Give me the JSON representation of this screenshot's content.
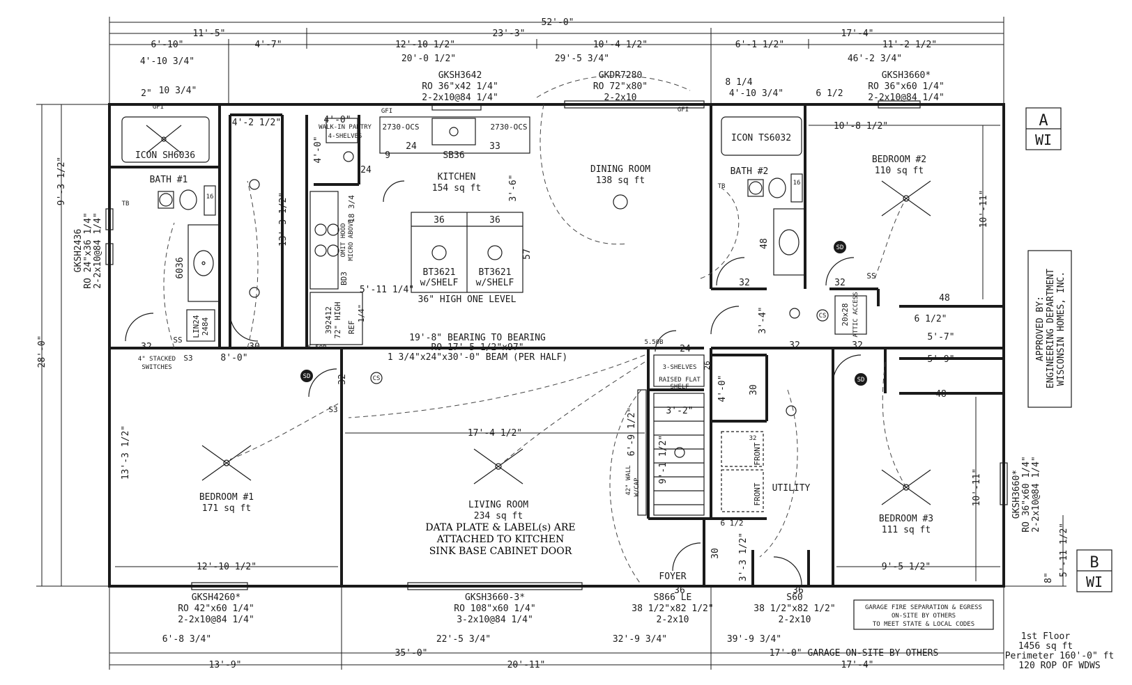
{
  "overall": {
    "top_width": "52'-0\"",
    "depth": "28'-0\""
  },
  "top_dims": {
    "d1": "11'-5\"",
    "d2": "23'-3\"",
    "d3": "17'-4\"",
    "d4": "6'-10\"",
    "d5": "4'-7\"",
    "d6": "12'-10 1/2\"",
    "d7": "10'-4 1/2\"",
    "d8": "6'-1 1/2\"",
    "d9": "11'-2 1/2\"",
    "d10": "4'-10 3/4\"",
    "d11": "20'-0 1/2\"",
    "d12": "29'-5 3/4\"",
    "d13": "46'-2 3/4\"",
    "d14": "2\"",
    "d15": "10 3/4\"",
    "d16": "8 1/4",
    "d17": "4'-10 3/4\"",
    "d18": "6 1/2"
  },
  "windows": {
    "w_kitchen": {
      "name": "GKSH3642",
      "ro": "RO 36\"x42 1/4\"",
      "hdr": "2-2x10@84 1/4\""
    },
    "w_dining": {
      "name": "GKDR7280",
      "ro": "RO 72\"x80\"",
      "hdr": "2-2x10"
    },
    "w_bed2": {
      "name": "GKSH3660*",
      "ro": "RO 36\"x60 1/4\"",
      "hdr": "2-2x10@84 1/4\""
    },
    "w_bath1": {
      "name": "GKSH2436",
      "ro": "RO 24\"x36 1/4\"",
      "hdr": "2-2x10@84 1/4\""
    },
    "w_bed3": {
      "name": "GKSH3660*",
      "ro": "RO 36\"x60 1/4\"",
      "hdr": "2-2x10@84 1/4\""
    },
    "w_bed1": {
      "name": "GKSH4260*",
      "ro": "RO 42\"x60 1/4\"",
      "hdr": "2-2x10@84 1/4\""
    },
    "w_living": {
      "name": "GKSH3660-3*",
      "ro": "RO 108\"x60 1/4\"",
      "hdr": "3-2x10@84 1/4\""
    },
    "d_front": {
      "name": "S866 LE",
      "ro": "38 1/2\"x82 1/2\"",
      "hdr": "2-2x10"
    },
    "d_rear": {
      "name": "S60",
      "ro": "38 1/2\"x82 1/2\"",
      "hdr": "2-2x10"
    }
  },
  "rooms": {
    "bath1": "BATH #1",
    "bath2": "BATH #2",
    "kitchen": "KITCHEN",
    "kitchen_sqft": "154 sq ft",
    "dining": "DINING ROOM",
    "dining_sqft": "138 sq ft",
    "bed1": "BEDROOM #1",
    "bed1_sqft": "171 sq ft",
    "bed2": "BEDROOM #2",
    "bed2_sqft": "110 sq ft",
    "bed3": "BEDROOM #3",
    "bed3_sqft": "111 sq ft",
    "living": "LIVING ROOM",
    "living_sqft": "234 sq ft",
    "utility": "UTILITY",
    "foyer": "FOYER"
  },
  "fixtures": {
    "tub1": "ICON SH6036",
    "tub2": "ICON TS6032",
    "pantry": "WALK-IN PANTRY",
    "shelves": "4-SHELVES",
    "cab1": "2730-OCS",
    "cab2": "2730-OCS",
    "sink": "SB36",
    "island1": "BT3621",
    "island2": "BT3621",
    "shelf": "w/SHELF",
    "island_note": "36\" HIGH ONE LEVEL",
    "vanity": "6036",
    "lin": "LIN24",
    "lin2": "2484",
    "ref": "REF",
    "cab3": "392412",
    "cab3b": "72\" HIGH",
    "hood": "OMIT HOOD",
    "hood2": "MICRO ABOVE",
    "bd3": "BD3",
    "stacked": "4\" STACKED",
    "stacked2": "SWITCHES",
    "closet_shelves": "3-SHELVES",
    "raised": "RAISED FLAT",
    "raised2": "SHELF",
    "front": "FRONT",
    "attic": "20x28",
    "attic2": "ATTIC ACCESS",
    "beam_pos": "5.50B",
    "n36": "36",
    "n24": "24",
    "n9": "9",
    "n33": "33",
    "n57": "57",
    "n32": "32",
    "n48": "48",
    "n30": "30",
    "n16": "16",
    "n24b": "24",
    "n26": "26"
  },
  "beam": {
    "l1": "19'-8\" BEARING TO BEARING",
    "l2": "RO 17'-5 1/2\"x97\"",
    "l3": "1 3/4\"x24\"x30'-0\" BEAM (PER HALF)"
  },
  "interior_dims": {
    "i1": "4'-2 1/2\"",
    "i2": "4'-0\"",
    "i3": "13'-3 1/2\"",
    "i4": "3'-6\"",
    "i5": "5'-11 1/4\"",
    "i6": "10'-8 1/2\"",
    "i7": "10'-11\"",
    "i8": "6 1/2\"",
    "i9": "5'-7\"",
    "i10": "5'-9\"",
    "i11": "3'-4\"",
    "i12": "17'-4 1/2\"",
    "i13": "13'-3 1/2\"",
    "i14": "12'-10 1/2\"",
    "i15": "9'-5 1/2\"",
    "i16": "10'-11\"",
    "i17": "8'-0\"",
    "i18": "4'-0\"",
    "i19": "3'-2\"",
    "i20": "9'-1 1/2\"",
    "i21": "3'-3 1/2\"",
    "i22": "6 1/2",
    "i23": "18 3/4",
    "i24": "42\" WALL",
    "i25": "6'-9 1/2\"",
    "i26": "W/CAP",
    "i27": "1/4\""
  },
  "left_dims": {
    "l1": "9'-3 1/2\"",
    "l2": "13'-3 1/2\""
  },
  "right_dims": {
    "r1": "5'-11 1/2\"",
    "r2": "8\""
  },
  "note": {
    "l1": "DATA PLATE & LABEL(s) ARE",
    "l2": "ATTACHED TO KITCHEN",
    "l3": "SINK BASE CABINET DOOR"
  },
  "garage": {
    "l1": "GARAGE FIRE SEPARATION & EGRESS",
    "l2": "ON-SITE BY OTHERS",
    "l3": "TO MEET STATE & LOCAL CODES"
  },
  "approval": {
    "l1": "APPROVED BY:",
    "l2": "ENGINEERING DEPARTMENT",
    "l3": "WISCONSIN HOMES, INC."
  },
  "sections": {
    "a1": "A",
    "a2": "WI",
    "b1": "B",
    "b2": "WI"
  },
  "bottom_dims": {
    "b1": "6'-8 3/4\"",
    "b2": "22'-5 3/4\"",
    "b3": "32'-9 3/4\"",
    "b4": "39'-9 3/4\"",
    "b5": "35'-0\"",
    "b6": "17'-0\" GARAGE ON-SITE BY OTHERS",
    "b7": "13'-9\"",
    "b8": "20'-11\"",
    "b9": "17'-4\""
  },
  "summary": {
    "l1": "1st Floor",
    "l2": "1456 sq ft",
    "l3": "Perimeter 160'-0\" ft",
    "l4": "120 ROP OF WDWS"
  },
  "symbols": {
    "sd": "SD",
    "cs": "CS",
    "gfi": "GFI",
    "s3": "S3",
    "ss": "SS",
    "tb": "TB"
  }
}
